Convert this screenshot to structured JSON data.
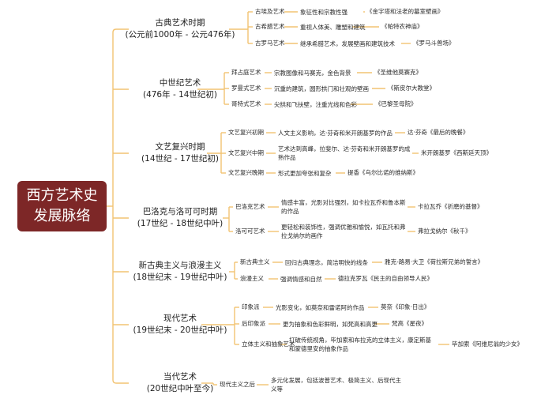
{
  "root": {
    "line1": "西方艺术史",
    "line2": "发展脉络"
  },
  "periods": [
    {
      "name": "古典艺术时期",
      "range": "(公元前1000年 - 公元476年)",
      "items": [
        {
          "label": "古埃及艺术",
          "desc": "象征性和宗教性强",
          "example": "《金字塔和法老的墓室壁画》"
        },
        {
          "label": "古希腊艺术",
          "desc": "重视人体美、雕塑和建筑",
          "example": "《帕特农神庙》"
        },
        {
          "label": "古罗马艺术",
          "desc": "继承希腊艺术，发展壁画和建筑技术",
          "example": "《罗马斗兽场》"
        }
      ]
    },
    {
      "name": "中世纪艺术",
      "range": "(476年 - 14世纪初)",
      "items": [
        {
          "label": "拜占庭艺术",
          "desc": "宗教图像和马赛克，金色背景",
          "example": "《圣维他莫赛克》"
        },
        {
          "label": "罗曼式艺术",
          "desc": "沉重的建筑，圆形拱门和壮观的壁画",
          "example": "《斯皮尔大教堂》"
        },
        {
          "label": "哥特式艺术",
          "desc": "尖拱和飞扶壁，注重光线和色彩",
          "example": "《巴黎圣母院》"
        }
      ]
    },
    {
      "name": "文艺复兴时期",
      "range": "(14世纪 - 17世纪初)",
      "items": [
        {
          "label": "文艺复兴初期",
          "desc": "人文主义影响，达·芬奇和米开朗基罗的作品",
          "example": "达·芬奇《最后的晚餐》"
        },
        {
          "label": "文艺复兴中期",
          "desc": "艺术达到高峰，拉斐尔、达·芬奇和米开朗基罗的成熟作品",
          "example": "米开朗基罗《西斯廷天顶》"
        },
        {
          "label": "文艺复兴晚期",
          "desc": "形式更加夸张和复杂",
          "example": "提香《乌尔比诺的维纳斯》"
        }
      ]
    },
    {
      "name": "巴洛克与洛可可时期",
      "range": "(17世纪 - 18世纪中叶)",
      "items": [
        {
          "label": "巴洛克艺术",
          "desc": "情感丰富，光影对比强烈，如卡拉瓦乔和鲁本斯的作品",
          "example": "卡拉瓦乔《折磨的基督》"
        },
        {
          "label": "洛可可艺术",
          "desc": "更轻松和装饰性，强调优雅和愉悦，如瓦托和弗拉戈纳尔的画作",
          "example": "弗拉戈纳尔《秋千》"
        }
      ]
    },
    {
      "name": "新古典主义与浪漫主义",
      "range": "(18世纪末 - 19世纪中叶)",
      "items": [
        {
          "label": "新古典主义",
          "desc": "回归古典理念，简洁明快的线条",
          "example": "雅克-路易·大卫《荷拉斯兄弟的誓言》"
        },
        {
          "label": "浪漫主义",
          "desc": "强调情感和自然",
          "example": "德拉克罗瓦《民主的自由领导人民》"
        }
      ]
    },
    {
      "name": "现代艺术",
      "range": "(19世纪末 - 20世纪中叶)",
      "items": [
        {
          "label": "印象派",
          "desc": "光影变化，如莫奈和雷诺阿的作品",
          "example": "莫奈《印象·日出》"
        },
        {
          "label": "后印象派",
          "desc": "更为抽象和色彩鲜明，如梵高和高更",
          "example": "梵高《星夜》"
        },
        {
          "label": "立体主义和抽象艺术",
          "desc": "打破传统视角，毕加索和布拉克的立体主义，康定斯基和蒙德里安的抽象作品",
          "example": "毕加索《阿维尼翁的少女》"
        }
      ]
    },
    {
      "name": "当代艺术",
      "range": "(20世纪中叶至今)",
      "items": [
        {
          "label": "现代主义之后",
          "desc": "多元化发展，包括波普艺术、极简主义、后现代主义等",
          "example": ""
        }
      ]
    }
  ],
  "colors": {
    "root": "#7d2727",
    "connector": "#f2c372"
  }
}
